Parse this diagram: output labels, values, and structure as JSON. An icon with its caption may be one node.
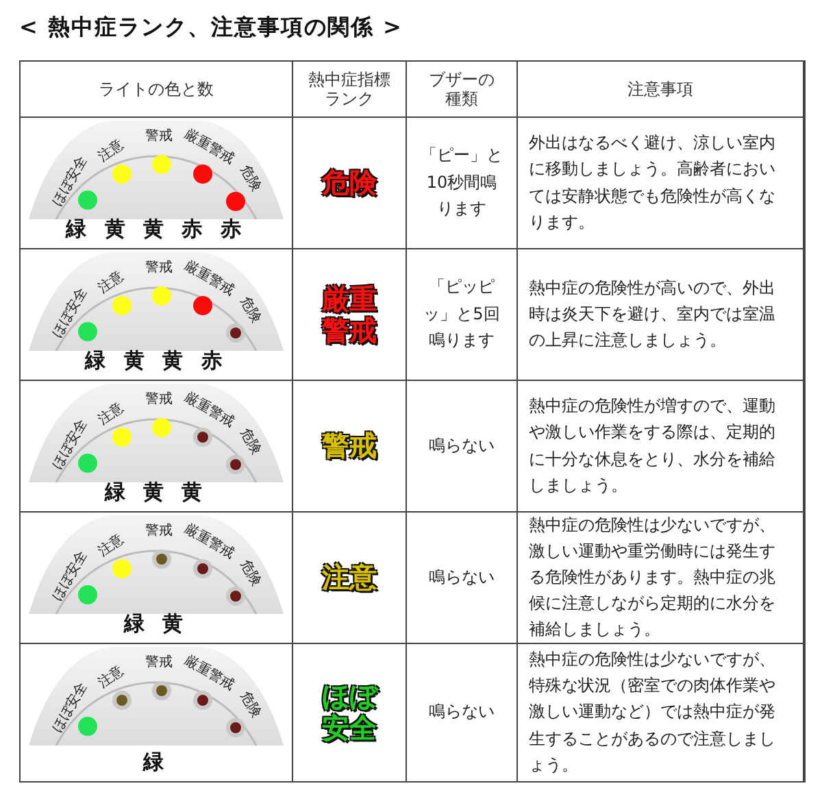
{
  "diagram": {
    "title": "< 熱中症ランク、注意事項の関係 >",
    "labels": [
      "ライトの色と数",
      "熱中症指標ランク",
      "ブザーの種類",
      "注意事項",
      "ほぼ安全",
      "注意",
      "警戒",
      "厳重警戒",
      "危険",
      "緑 黄 黄 赤 赤",
      "危険",
      "「ピー」と10秒間鳴ります",
      "外出はなるべく避け、涼しい室内に移動しましょう。高齢者においては安静状態でも危険性が高くなります。",
      "ほぼ安全",
      "注意",
      "警戒",
      "厳重警戒",
      "危険",
      "緑 黄 黄 赤",
      "厳重警戒",
      "「ピッピッ」と5回鳴ります",
      "熱中症の危険性が高いので、外出時は炎天下を避け、室内では室温の上昇に注意しましょう。",
      "ほぼ安全",
      "注意",
      "警戒",
      "厳重警戒",
      "危険",
      "緑 黄 黄",
      "警戒",
      "鳴らない",
      "熱中症の危険性が増すので、運動や激しい作業をする際は、定期的に十分な休息をとり、水分を補給しましょう。",
      "ほぼ安全",
      "注意",
      "警戒",
      "厳重警戒",
      "危険",
      "緑 黄",
      "注意",
      "鳴らない",
      "熱中症の危険性は少ないですが、激しい運動や重労働時には発生する危険性があります。熱中症の兆候に注意しながら定期的に水分を補給しましょう。",
      "ほぼ安全",
      "注意",
      "警戒",
      "厳重警戒",
      "危険",
      "緑",
      "ほぼ安全",
      "鳴らない",
      "熱中症の危険性は少ないですが、特殊な状況（密室での肉体作業や激しい運動など）では熱中症が発生することがあるので注意しましょう。"
    ]
  }
}
